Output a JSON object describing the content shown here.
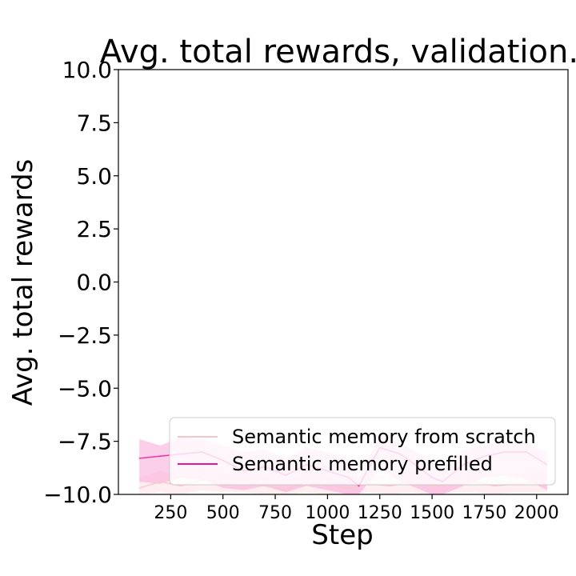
{
  "chart_data": {
    "type": "line",
    "title": "Avg. total rewards, validation.",
    "xlabel": "Step",
    "ylabel": "Avg. total rewards",
    "xlim": [
      0,
      2150
    ],
    "ylim": [
      -10.0,
      10.0
    ],
    "xticks": [
      250,
      500,
      750,
      1000,
      1250,
      1500,
      1750,
      2000
    ],
    "yticks": [
      "10.0",
      "7.5",
      "5.0",
      "2.5",
      "0.0",
      "−2.5",
      "−5.0",
      "−7.5",
      "−10.0"
    ],
    "ytick_values": [
      10.0,
      7.5,
      5.0,
      2.5,
      0.0,
      -2.5,
      -5.0,
      -7.5,
      -10.0
    ],
    "grid": false,
    "legend_position": "lower right",
    "series": [
      {
        "name": "Semantic memory from scratch",
        "color": "#f9c5cc",
        "band_color": "#fde2e6",
        "x": [
          100,
          200,
          300,
          400,
          500,
          600,
          700,
          800,
          900,
          1000,
          1100,
          1200,
          1300,
          1400,
          1500,
          1600,
          1700,
          1800,
          1900,
          2000,
          2050
        ],
        "values": [
          -9.7,
          -9.4,
          -9.6,
          -9.3,
          -9.5,
          -9.4,
          -9.6,
          -9.8,
          -9.4,
          -9.6,
          -9.7,
          -9.5,
          -9.6,
          -9.4,
          -9.6,
          -9.5,
          -9.4,
          -9.6,
          -9.5,
          -9.4,
          -9.5
        ],
        "lower": [
          -10.0,
          -9.9,
          -10.0,
          -9.8,
          -9.9,
          -9.9,
          -10.0,
          -10.0,
          -9.9,
          -10.0,
          -10.0,
          -9.9,
          -10.0,
          -9.9,
          -10.0,
          -9.9,
          -9.9,
          -10.0,
          -9.9,
          -9.9,
          -9.9
        ],
        "upper": [
          -9.2,
          -8.9,
          -9.1,
          -8.8,
          -9.0,
          -8.9,
          -9.1,
          -9.5,
          -8.9,
          -9.1,
          -9.3,
          -9.0,
          -9.1,
          -8.9,
          -9.1,
          -9.0,
          -8.9,
          -9.1,
          -9.0,
          -8.9,
          -9.0
        ]
      },
      {
        "name": "Semantic memory prefilled",
        "color": "#e6199b",
        "band_color": "#f7a8d8",
        "x": [
          100,
          200,
          300,
          400,
          500,
          600,
          700,
          800,
          900,
          1000,
          1100,
          1150,
          1250,
          1350,
          1500,
          1550,
          1650,
          1750,
          1850,
          1950,
          2050
        ],
        "values": [
          -8.3,
          -8.2,
          -8.1,
          -8.0,
          -8.4,
          -8.9,
          -8.7,
          -9.1,
          -8.6,
          -8.9,
          -9.2,
          -9.6,
          -7.8,
          -8.1,
          -9.2,
          -9.4,
          -8.6,
          -8.2,
          -8.0,
          -8.0,
          -8.6
        ],
        "lower": [
          -9.4,
          -9.5,
          -9.2,
          -9.3,
          -9.7,
          -9.8,
          -9.6,
          -9.9,
          -9.6,
          -9.8,
          -10.0,
          -10.0,
          -8.8,
          -9.4,
          -10.0,
          -10.0,
          -9.6,
          -9.2,
          -9.1,
          -9.3,
          -9.8
        ],
        "upper": [
          -7.4,
          -7.7,
          -7.3,
          -7.4,
          -7.7,
          -8.0,
          -7.9,
          -8.3,
          -7.8,
          -8.0,
          -8.3,
          -9.2,
          -7.2,
          -7.6,
          -8.4,
          -8.8,
          -7.9,
          -7.7,
          -7.5,
          -7.6,
          -8.0
        ]
      }
    ]
  }
}
